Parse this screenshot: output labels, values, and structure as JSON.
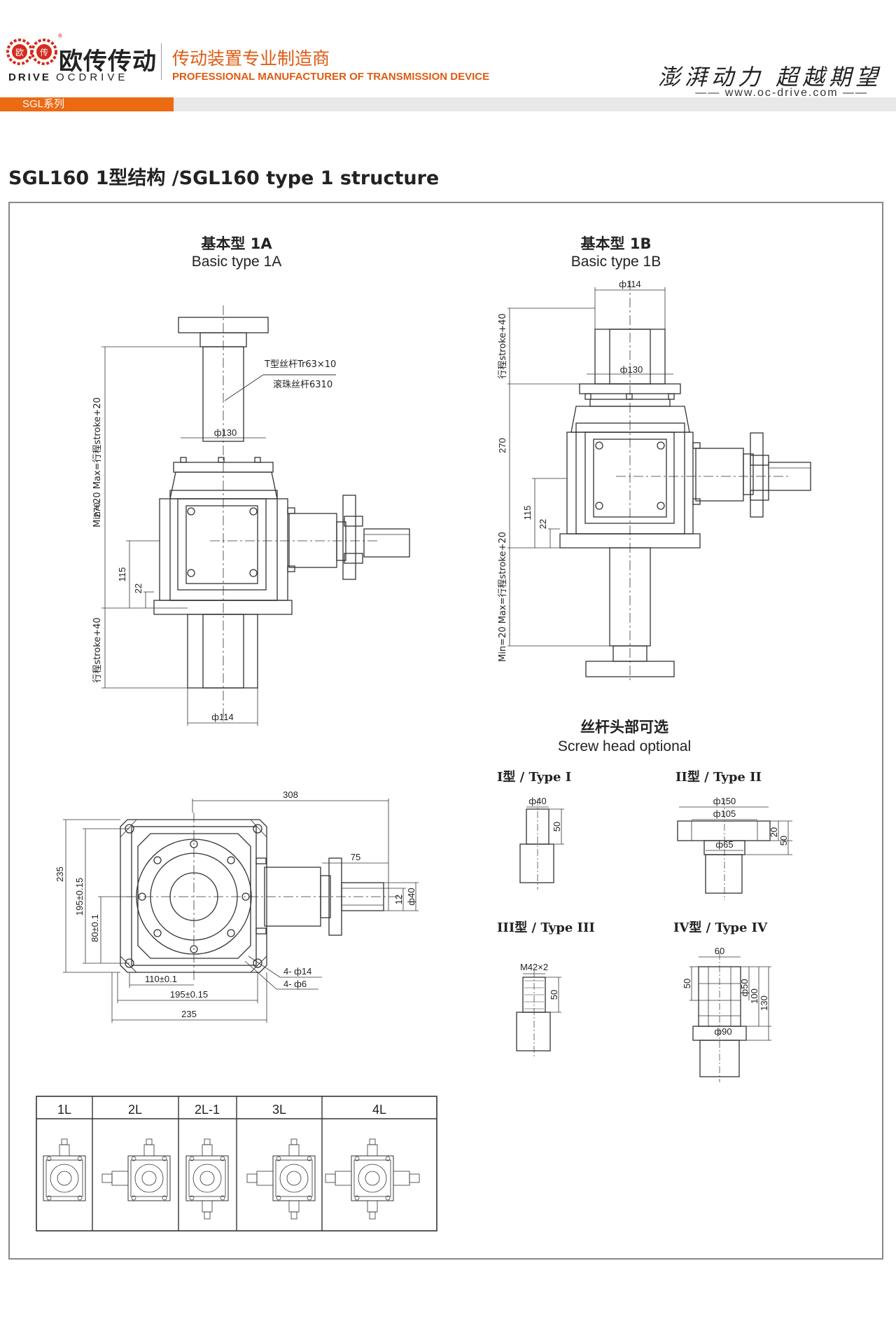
{
  "header": {
    "brand_cn": "欧传传动",
    "brand_en_a": "DRIVE",
    "brand_en_b": "OCDRIVE",
    "logo_char_a": "欧",
    "logo_char_b": "传",
    "registered": "®",
    "tagline_cn": "传动装置专业制造商",
    "tagline_en": "PROFESSIONAL MANUFACTURER OF TRANSMISSION DEVICE",
    "slogan": "澎湃动力 超越期望",
    "website": "www.oc-drive.com",
    "series_tab": "SGL系列",
    "brand_color": "#ec6a12"
  },
  "section_title": "SGL160 1型结构 /SGL160 type 1 structure",
  "basic_1a": {
    "title_cn": "基本型 1A",
    "title_en": "Basic type 1A",
    "screw_note_1": "T型丝杆Tr63×10",
    "screw_note_2": "滚珠丝杆6310",
    "dim_top_dia": "ф130",
    "dim_bottom_dia": "ф114",
    "dim_upper_stroke": "Min=20 Max=行程stroke+20",
    "dim_lower_stroke": "行程stroke+40",
    "dim_270": "270",
    "dim_115": "115",
    "dim_22": "22"
  },
  "basic_1b": {
    "title_cn": "基本型 1B",
    "title_en": "Basic type 1B",
    "dim_top_dia": "ф114",
    "dim_mid_dia": "ф130",
    "dim_upper_stroke": "行程stroke+40",
    "dim_lower_stroke": "Min=20 Max=行程stroke+20",
    "dim_270": "270",
    "dim_115": "115",
    "dim_22": "22"
  },
  "plan_view": {
    "dim_308": "308",
    "dim_75": "75",
    "dim_235_v": "235",
    "dim_195_v": "195±0.15",
    "dim_80": "80±0.1",
    "dim_12": "12",
    "dim_40": "ф40",
    "dim_110": "110±0.1",
    "dim_195_h": "195±0.15",
    "dim_235_h": "235",
    "hole_1": "4- ф14",
    "hole_2": "4- ф6"
  },
  "screw_heads": {
    "title_cn": "丝杆头部可选",
    "title_en": "Screw head optional",
    "type1": {
      "label": "I型 / Type I",
      "d1": "ф40",
      "d2": "50"
    },
    "type2": {
      "label": "II型 / Type II",
      "d1": "ф150",
      "d2": "ф105",
      "d3": "ф65",
      "d4": "20",
      "d5": "50"
    },
    "type3": {
      "label": "III型 / Type III",
      "d1": "M42×2",
      "d2": "50"
    },
    "type4": {
      "label": "IV型 / Type IV",
      "d1": "60",
      "d2": "50",
      "d3": "ф50",
      "d4": "100",
      "d5": "130",
      "d6": "ф90"
    }
  },
  "config_table": {
    "headers": [
      "1L",
      "2L",
      "2L-1",
      "3L",
      "4L"
    ]
  }
}
